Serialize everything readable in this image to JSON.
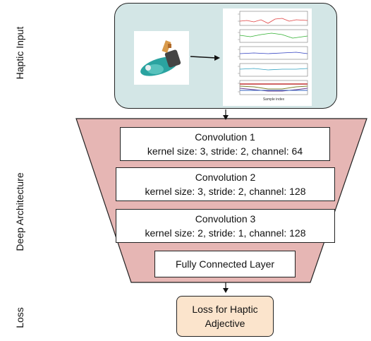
{
  "sections": {
    "haptic_input": "Haptic Input",
    "deep_architecture": "Deep Architecture",
    "loss": "Loss"
  },
  "layers": [
    {
      "title": "Convolution 1",
      "params": "kernel size: 3, stride: 2, channel: 64"
    },
    {
      "title": "Convolution 2",
      "params": "kernel size: 3, stride: 2, channel: 128"
    },
    {
      "title": "Convolution 3",
      "params": "kernel size: 2, stride: 1, channel: 128"
    }
  ],
  "fc_layer": "Fully Connected Layer",
  "loss_box": {
    "line1": "Loss for Haptic",
    "line2": "Adjective"
  },
  "plot": {
    "xlabel": "Sample index"
  },
  "colors": {
    "input_panel": "#d3e6e6",
    "architecture_trapezoid": "#e6b6b4",
    "loss_box": "#fbe4cc"
  }
}
